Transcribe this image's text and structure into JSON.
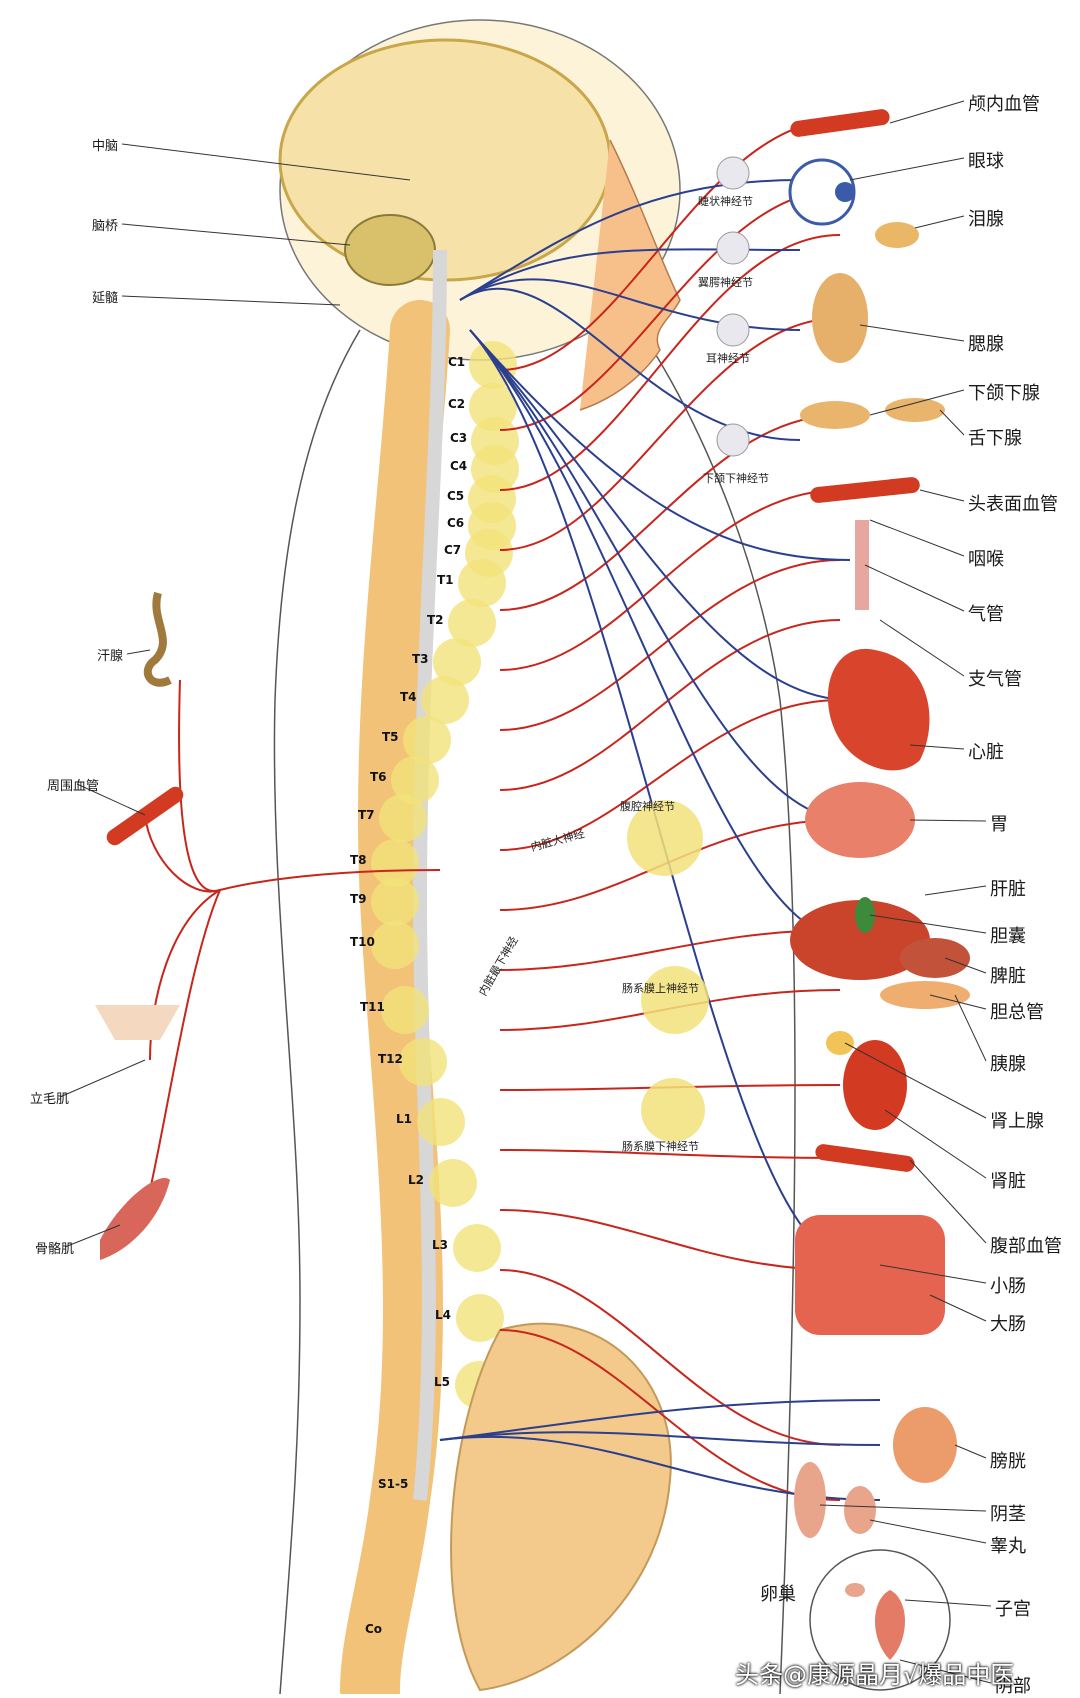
{
  "labels": {
    "left": [
      "中脑",
      "脑桥",
      "延髓",
      "汗腺",
      "周围血管",
      "立毛肌",
      "骨骼肌"
    ],
    "right": [
      "颅内血管",
      "眼球",
      "泪腺",
      "腮腺",
      "下颌下腺",
      "舌下腺",
      "头表面血管",
      "咽喉",
      "气管",
      "支气管",
      "心脏",
      "胃",
      "肝脏",
      "胆囊",
      "脾脏",
      "胆总管",
      "胰腺",
      "肾上腺",
      "肾脏",
      "腹部血管",
      "小肠",
      "大肠",
      "膀胱",
      "阴茎",
      "睾丸",
      "子宫",
      "阴部"
    ],
    "ovary": "卵巢",
    "ganglia": [
      "睫状神经节",
      "翼腭神经节",
      "耳神经节",
      "下颌下神经节",
      "腹腔神经节",
      "肠系膜上神经节",
      "肠系膜下神经节"
    ],
    "nerves": [
      "内脏大神经",
      "内脏最下神经"
    ],
    "vertebrae": [
      "C1",
      "C2",
      "C3",
      "C4",
      "C5",
      "C6",
      "C7",
      "T1",
      "T2",
      "T3",
      "T4",
      "T5",
      "T6",
      "T7",
      "T8",
      "T9",
      "T10",
      "T11",
      "T12",
      "L1",
      "L2",
      "L3",
      "L4",
      "L5",
      "S1-5",
      "Co"
    ]
  },
  "watermark": "头条@康源晶月√爆品中医",
  "colors": {
    "sympathetic": "#c8261c",
    "parasympathetic": "#2b3f8f",
    "ganglion": "#f2e27a",
    "bone": "#f1c277",
    "organ": "#e0442e"
  }
}
